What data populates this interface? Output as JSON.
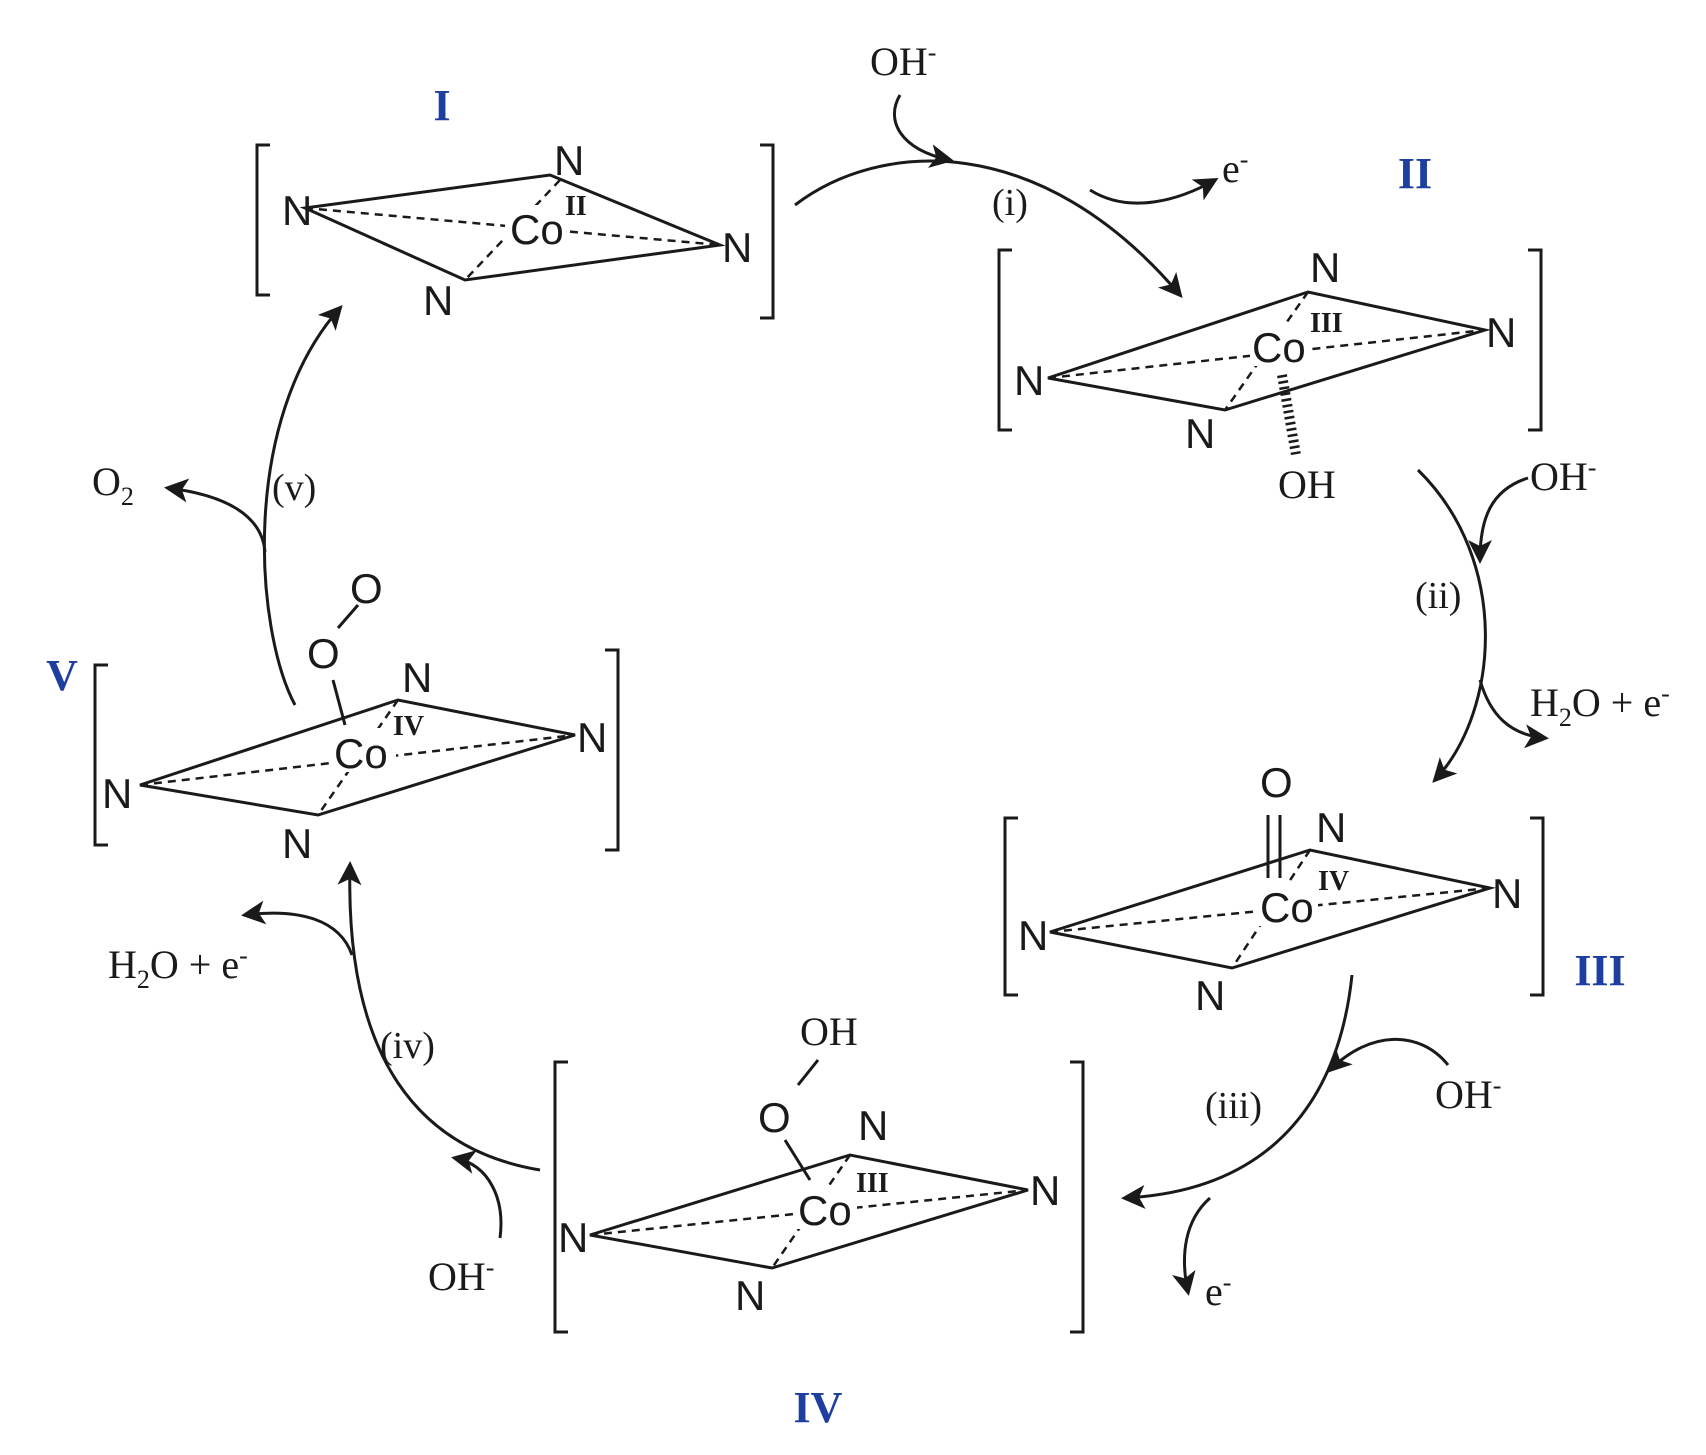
{
  "colors": {
    "ink": "#1a1a1a",
    "label": "#1f3fa0"
  },
  "atoms": {
    "nitrogen": "N",
    "cobalt": "Co",
    "oxygen": "O",
    "hydroxyl": "OH"
  },
  "intermediates": [
    {
      "label": "I",
      "oxidation": "II"
    },
    {
      "label": "II",
      "oxidation": "III"
    },
    {
      "label": "III",
      "oxidation": "IV"
    },
    {
      "label": "IV",
      "oxidation": "III"
    },
    {
      "label": "V",
      "oxidation": "IV"
    }
  ],
  "steps": [
    {
      "label": "(i)",
      "reactant": "OH",
      "reactant_charge": "-",
      "products": "e",
      "products_charge": "-"
    },
    {
      "label": "(ii)",
      "reactant": "OH",
      "reactant_charge": "-",
      "products_a": "H",
      "products_sub": "2",
      "products_b": "O + e",
      "products_charge": "-"
    },
    {
      "label": "(iii)",
      "reactant": "OH",
      "reactant_charge": "-",
      "products": "e",
      "products_charge": "-"
    },
    {
      "label": "(iv)",
      "reactant": "OH",
      "reactant_charge": "-",
      "products_a": "H",
      "products_sub": "2",
      "products_b": "O  + e",
      "products_charge": "-"
    },
    {
      "label": "(v)",
      "products_a": "O",
      "products_sub": "2"
    }
  ]
}
